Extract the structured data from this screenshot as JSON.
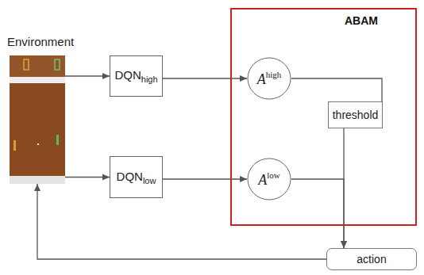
{
  "diagram": {
    "nodes": [
      {
        "text": [
          "Environment"
        ]
      },
      {
        "text": [
          "DQN",
          "high"
        ]
      },
      {
        "text": [
          "DQN",
          "low"
        ]
      },
      {
        "text": [
          "ABAM"
        ]
      },
      {
        "text": [
          "A",
          "high"
        ],
        "in": 3
      },
      {
        "text": [
          "threshold"
        ],
        "in": 3
      },
      {
        "text": [
          "A",
          "low"
        ],
        "in": 3
      },
      {
        "text": [
          "action"
        ]
      }
    ],
    "edges": [
      {
        "from": 0,
        "to": 1,
        "arrow": "to"
      },
      {
        "from": 0,
        "to": 2,
        "arrow": "to"
      },
      {
        "from": 1,
        "to": 4,
        "arrow": "to"
      },
      {
        "from": 2,
        "to": 6,
        "arrow": "to"
      },
      {
        "from": 4,
        "to": 5,
        "arrow": "none"
      },
      {
        "from": 5,
        "to": 7,
        "arrow": "to"
      },
      {
        "from": 6,
        "to": 7,
        "arrow": "to"
      },
      {
        "from": 7,
        "to": 0,
        "arrow": "to"
      }
    ]
  }
}
